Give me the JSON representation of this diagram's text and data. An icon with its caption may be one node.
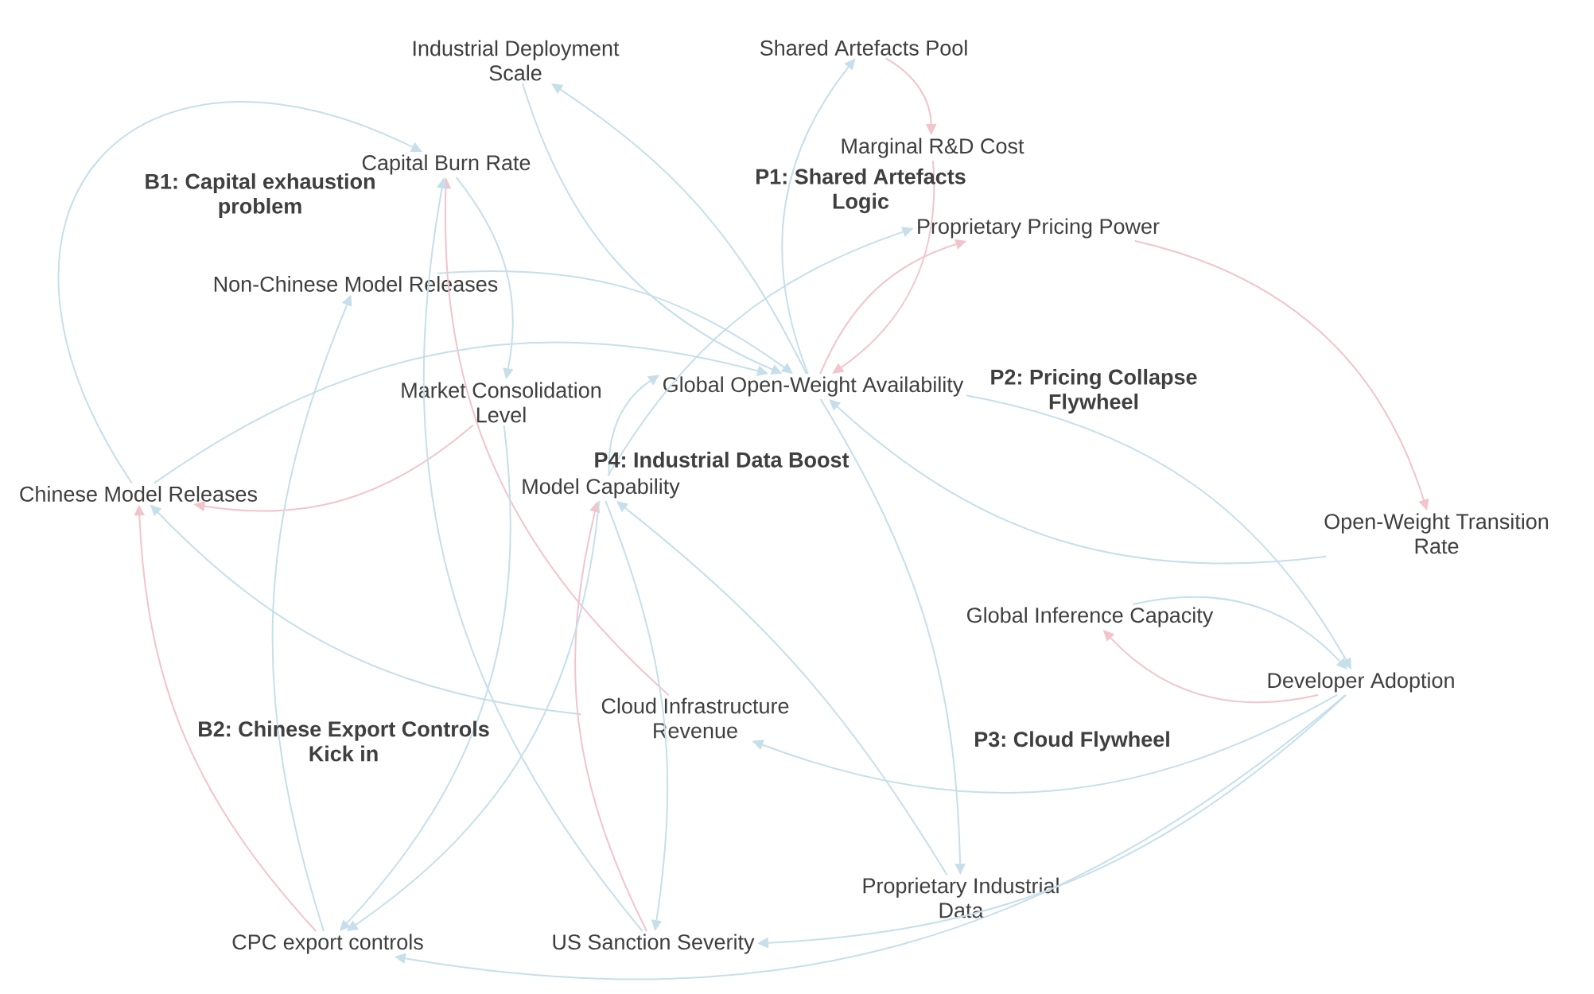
{
  "diagram": {
    "nodes": [
      {
        "text": [
          "Industrial Deployment Scale"
        ]
      },
      {
        "text": [
          "Shared Artefacts Pool"
        ]
      },
      {
        "text": [
          "Marginal R&D Cost"
        ]
      },
      {
        "text": [
          "Capital Burn Rate"
        ]
      },
      {
        "text": [
          "Proprietary Pricing Power"
        ]
      },
      {
        "text": [
          "Non-Chinese Model Releases"
        ]
      },
      {
        "text": [
          "Market Consolidation Level"
        ]
      },
      {
        "text": [
          "Global Open-Weight Availability"
        ]
      },
      {
        "text": [
          "Chinese Model Releases"
        ]
      },
      {
        "text": [
          "Model Capability"
        ]
      },
      {
        "text": [
          "Open-Weight Transition Rate"
        ]
      },
      {
        "text": [
          "Global Inference Capacity"
        ]
      },
      {
        "text": [
          "Developer Adoption"
        ]
      },
      {
        "text": [
          "Cloud Infrastructure Revenue"
        ]
      },
      {
        "text": [
          "Proprietary Industrial Data"
        ]
      },
      {
        "text": [
          "CPC export controls"
        ]
      },
      {
        "text": [
          "US Sanction Severity"
        ]
      }
    ],
    "edges": [
      {
        "from": 8,
        "to": 3,
        "arrow": "to"
      },
      {
        "from": 3,
        "to": 6,
        "arrow": "to"
      },
      {
        "from": 6,
        "to": 8,
        "arrow": "to",
        "color": "#f2c4cb"
      },
      {
        "from": 5,
        "to": 7,
        "arrow": "to"
      },
      {
        "from": 8,
        "to": 7,
        "arrow": "to"
      },
      {
        "from": 0,
        "to": 7,
        "arrow": "to"
      },
      {
        "from": 7,
        "to": 0,
        "arrow": "to"
      },
      {
        "from": 7,
        "to": 1,
        "arrow": "to"
      },
      {
        "from": 1,
        "to": 2,
        "arrow": "to",
        "color": "#f2c4cb"
      },
      {
        "from": 2,
        "to": 7,
        "arrow": "to",
        "color": "#f2c4cb"
      },
      {
        "from": 7,
        "to": 4,
        "arrow": "to",
        "color": "#f2c4cb"
      },
      {
        "from": 9,
        "to": 4,
        "arrow": "to"
      },
      {
        "from": 4,
        "to": 10,
        "arrow": "to",
        "color": "#f2c4cb"
      },
      {
        "from": 10,
        "to": 7,
        "arrow": "to"
      },
      {
        "from": 9,
        "to": 7,
        "arrow": "to"
      },
      {
        "from": 7,
        "to": 14,
        "arrow": "to"
      },
      {
        "from": 14,
        "to": 9,
        "arrow": "to"
      },
      {
        "from": 7,
        "to": 12,
        "arrow": "to"
      },
      {
        "from": 12,
        "to": 11,
        "arrow": "to",
        "color": "#f2c4cb"
      },
      {
        "from": 11,
        "to": 12,
        "arrow": "to"
      },
      {
        "from": 12,
        "to": 13,
        "arrow": "to"
      },
      {
        "from": 12,
        "to": 16,
        "arrow": "to"
      },
      {
        "from": 12,
        "to": 15,
        "arrow": "to"
      },
      {
        "from": 13,
        "to": 8,
        "arrow": "to"
      },
      {
        "from": 13,
        "to": 3,
        "arrow": "to",
        "color": "#f2c4cb"
      },
      {
        "from": 16,
        "to": 9,
        "arrow": "to",
        "color": "#f2c4cb"
      },
      {
        "from": 9,
        "to": 16,
        "arrow": "to"
      },
      {
        "from": 9,
        "to": 15,
        "arrow": "to"
      },
      {
        "from": 6,
        "to": 15,
        "arrow": "to"
      },
      {
        "from": 16,
        "to": 3,
        "arrow": "to"
      },
      {
        "from": 15,
        "to": 5,
        "arrow": "to"
      },
      {
        "from": 15,
        "to": 8,
        "arrow": "to",
        "color": "#f2c4cb"
      }
    ],
    "labels": [
      "B1: Capital exhaustion problem",
      "P1: Shared Artefacts Logic",
      "P2: Pricing Collapse Flywheel",
      "P4: Industrial Data Boost",
      "B2: Chinese Export Controls Kick in",
      "P3: Cloud Flywheel"
    ]
  }
}
